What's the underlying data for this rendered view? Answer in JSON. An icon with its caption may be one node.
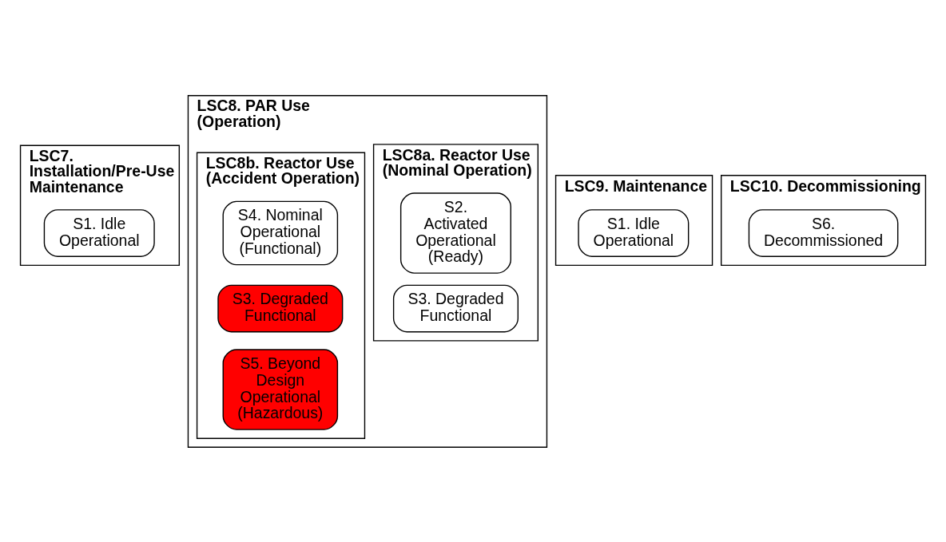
{
  "diagram": {
    "nodes": [
      {
        "text": [
          "LSC7. Installation/Pre-Use Maintenance"
        ]
      },
      {
        "text": [
          "S1. Idle Operational"
        ],
        "in": 0
      },
      {
        "text": [
          "LSC8. PAR Use (Operation)"
        ]
      },
      {
        "text": [
          "LSC8a. Reactor Use (Nominal Operation)"
        ],
        "in": 2
      },
      {
        "text": [
          "S2. Activated Operational (Ready)"
        ],
        "in": 3
      },
      {
        "text": [
          "S3. Degraded Functional"
        ],
        "in": 3
      },
      {
        "text": [
          "LSC8b. Reactor Use (Accident Operation)"
        ],
        "in": 2
      },
      {
        "text": [
          "S4. Nominal Operational (Functional)"
        ],
        "in": 6
      },
      {
        "text": [
          "S3. Degraded Functional"
        ],
        "in": 6
      },
      {
        "text": [
          "S5. Beyond Design Operational (Hazardous)"
        ],
        "in": 6
      },
      {
        "text": [
          "LSC9. Maintenance"
        ]
      },
      {
        "text": [
          "S1. Idle Operational"
        ],
        "in": 10
      },
      {
        "text": [
          "LSC10. Decommissioning"
        ]
      },
      {
        "text": [
          "S6. Decommissioned"
        ],
        "in": 12
      }
    ],
    "edges": []
  }
}
